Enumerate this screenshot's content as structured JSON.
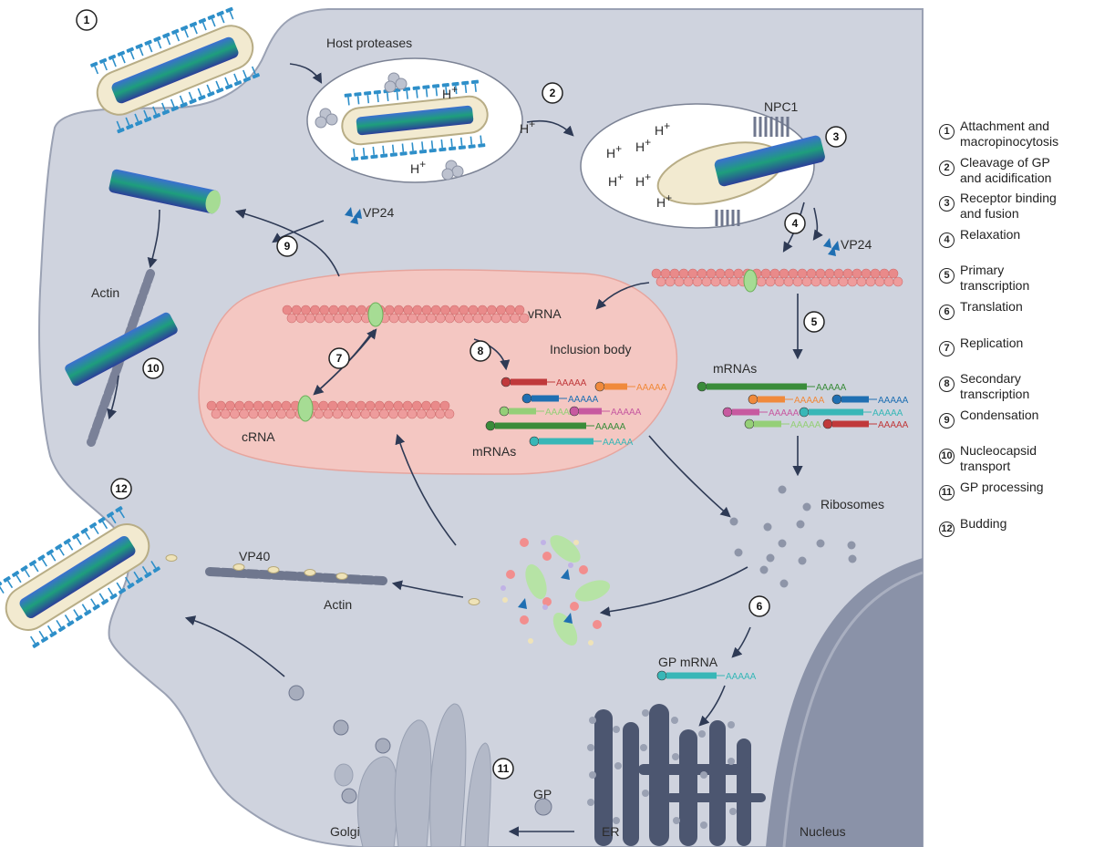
{
  "labels": {
    "host_proteases": "Host proteases",
    "npc1": "NPC1",
    "vp24": "VP24",
    "actin": "Actin",
    "vrna": "vRNA",
    "crna": "cRNA",
    "inclusion_body": "Inclusion body",
    "mrnas": "mRNAs",
    "ribosomes": "Ribosomes",
    "vp40": "VP40",
    "gp_mrna": "GP mRNA",
    "gp": "GP",
    "golgi": "Golgi",
    "er": "ER",
    "nucleus": "Nucleus",
    "proton": "H",
    "proton_sup": "+",
    "poly_a": "AAAAA"
  },
  "step_numbers": [
    "1",
    "2",
    "3",
    "4",
    "5",
    "6",
    "7",
    "8",
    "9",
    "10",
    "11",
    "12"
  ],
  "legend": [
    {
      "num": "1",
      "text": "Attachment and\nmacropinocytosis"
    },
    {
      "num": "2",
      "text": "Cleavage of GP\nand acidification"
    },
    {
      "num": "3",
      "text": "Receptor binding\nand fusion"
    },
    {
      "num": "4",
      "text": "Relaxation"
    },
    {
      "num": "5",
      "text": "Primary\ntranscription"
    },
    {
      "num": "6",
      "text": "Translation"
    },
    {
      "num": "7",
      "text": "Replication"
    },
    {
      "num": "8",
      "text": "Secondary\ntranscription"
    },
    {
      "num": "9",
      "text": "Condensation"
    },
    {
      "num": "10",
      "text": "Nucleocapsid\ntransport"
    },
    {
      "num": "11",
      "text": "GP processing"
    },
    {
      "num": "12",
      "text": "Budding"
    }
  ],
  "colors": {
    "cytoplasm": "#cfd3de",
    "cell_edge": "#9aa1b3",
    "inclusion_body": "#f4c7c2",
    "rna_strand": "#e98a8a",
    "nucleus": "#8a92a8",
    "er": "#4c5670",
    "golgi": "#b3b9c8",
    "arrow": "#2e3a55",
    "glycoprotein": "#2e8fc9",
    "nucleocapsid": "#2b4fa8"
  }
}
